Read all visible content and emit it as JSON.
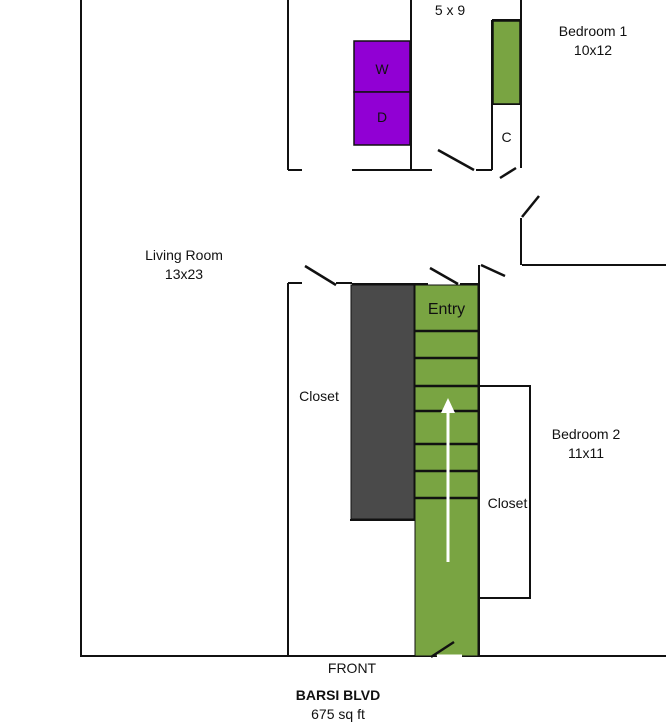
{
  "rooms": {
    "hall_size": "5 x 9",
    "bedroom1_name": "Bedroom 1",
    "bedroom1_size": "10x12",
    "living_name": "Living Room",
    "living_size": "13x23",
    "bedroom2_name": "Bedroom 2",
    "bedroom2_size": "11x11",
    "closet_left": "Closet",
    "closet_right": "Closet",
    "entry": "Entry",
    "washer": "W",
    "dryer": "D",
    "closet_c": "C"
  },
  "footer": {
    "front": "FRONT",
    "street": "BARSI BLVD",
    "area": "675 sq ft"
  },
  "colors": {
    "green": "#79a442",
    "purple": "#9100d4",
    "dark_gray": "#4a4a4a",
    "line": "#111111"
  },
  "icons": [
    "arrow-up-icon"
  ]
}
